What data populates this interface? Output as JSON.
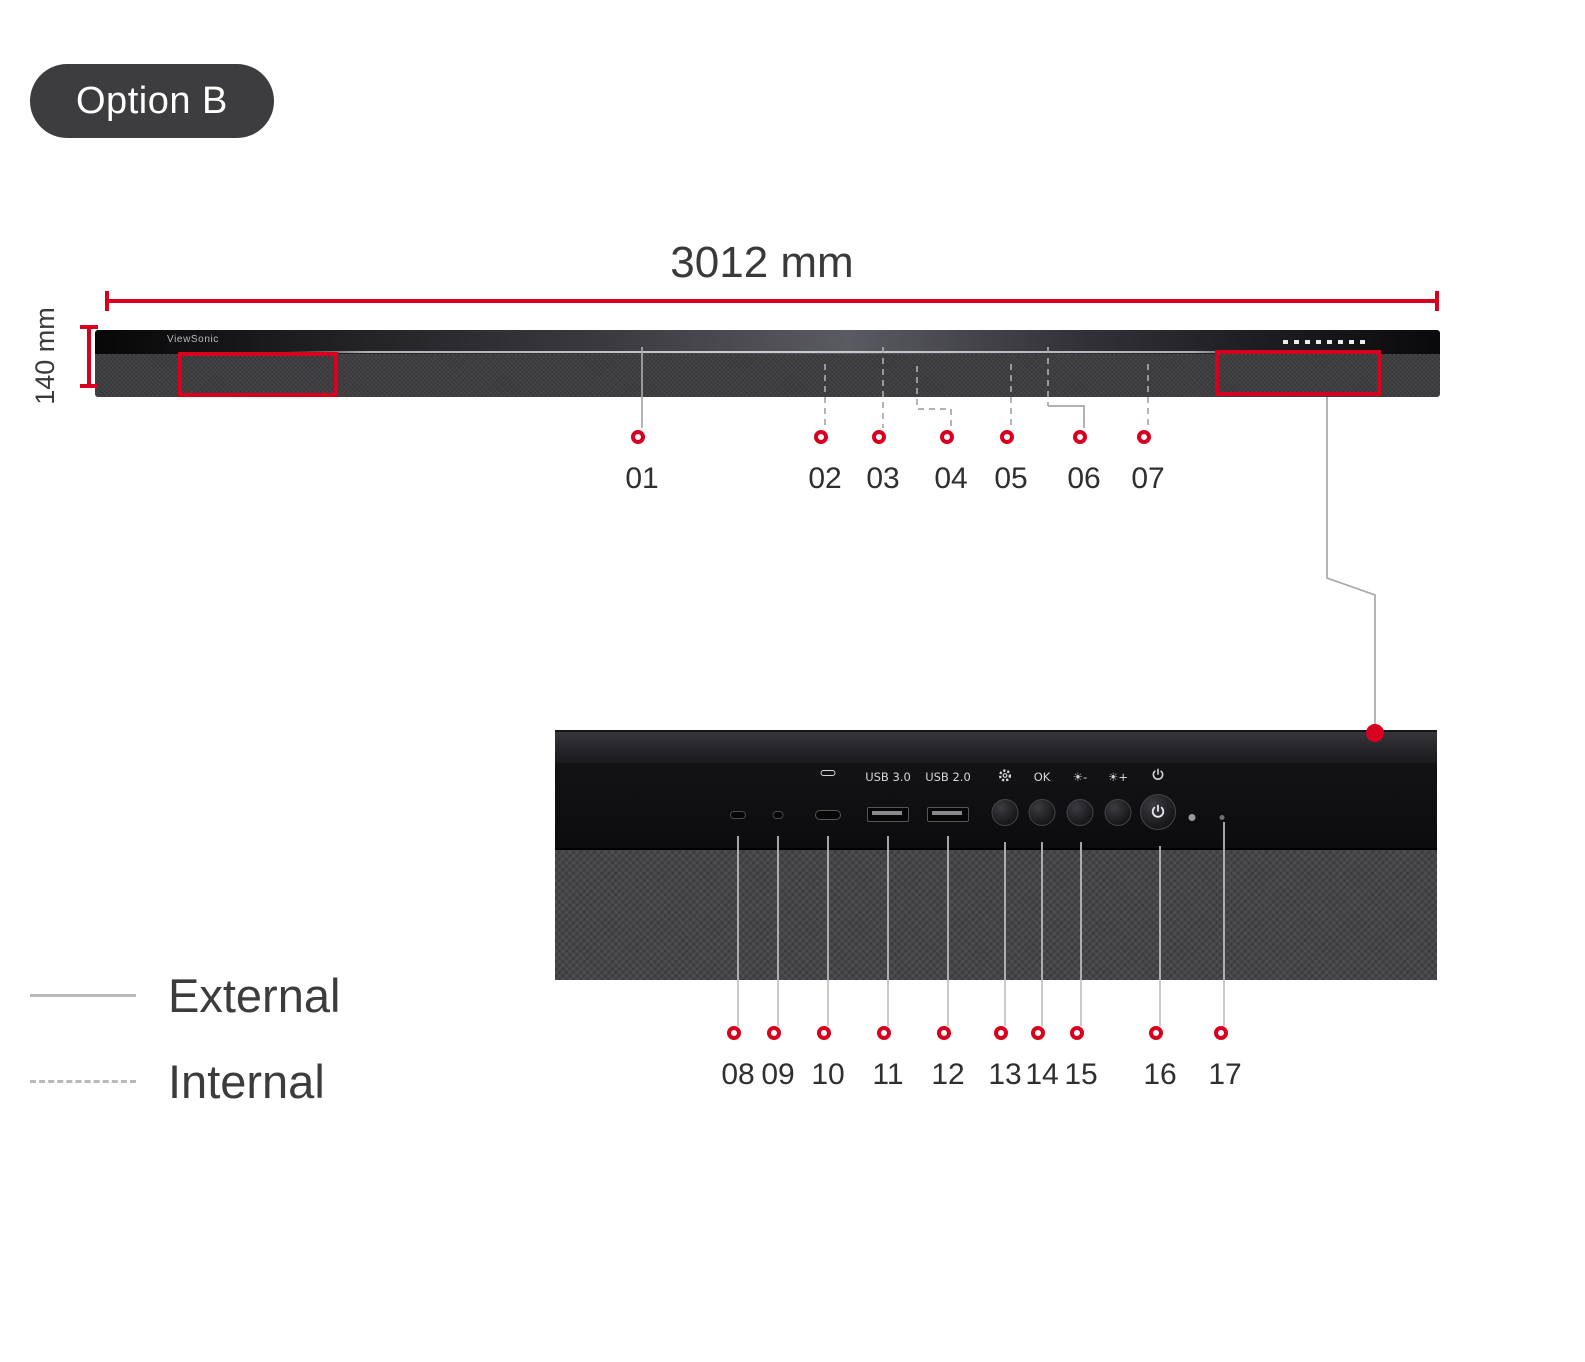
{
  "badge": {
    "label": "Option B"
  },
  "dimensions": {
    "width": "3012 mm",
    "height": "140 mm"
  },
  "device": {
    "brand": "ViewSonic"
  },
  "callouts_top": [
    "01",
    "02",
    "03",
    "04",
    "05",
    "06",
    "07"
  ],
  "callouts_bottom": [
    "08",
    "09",
    "10",
    "11",
    "12",
    "13",
    "14",
    "15",
    "16",
    "17"
  ],
  "detail_panel": {
    "labels": {
      "usb30": "USB 3.0",
      "usb20": "USB 2.0",
      "ok": "OK",
      "brightness_down": "☀-",
      "brightness_up": "☀+"
    },
    "icons": {
      "usb_c": "usb-c-icon",
      "settings": "gear-icon",
      "power": "power-icon",
      "status": "status-led"
    }
  },
  "legend": [
    {
      "label": "External",
      "line_style": "solid"
    },
    {
      "label": "Internal",
      "line_style": "dashed"
    }
  ],
  "colors": {
    "accent_red": "#d9001f",
    "badge_bg": "#3d3d3f",
    "text_dark": "#3b3b3d",
    "line_gray": "#9d9d9d"
  }
}
